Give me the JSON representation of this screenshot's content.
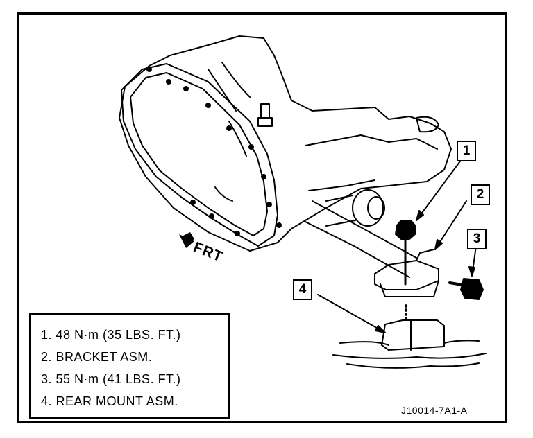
{
  "callouts": [
    "1",
    "2",
    "3",
    "4"
  ],
  "direction_label": "FRT",
  "legend": [
    "1. 48 N·m (35 LBS. FT.)",
    "2. BRACKET ASM.",
    "3. 55 N·m (41 LBS. FT.)",
    "4. REAR MOUNT ASM."
  ],
  "figure_id": "J10014-7A1-A"
}
